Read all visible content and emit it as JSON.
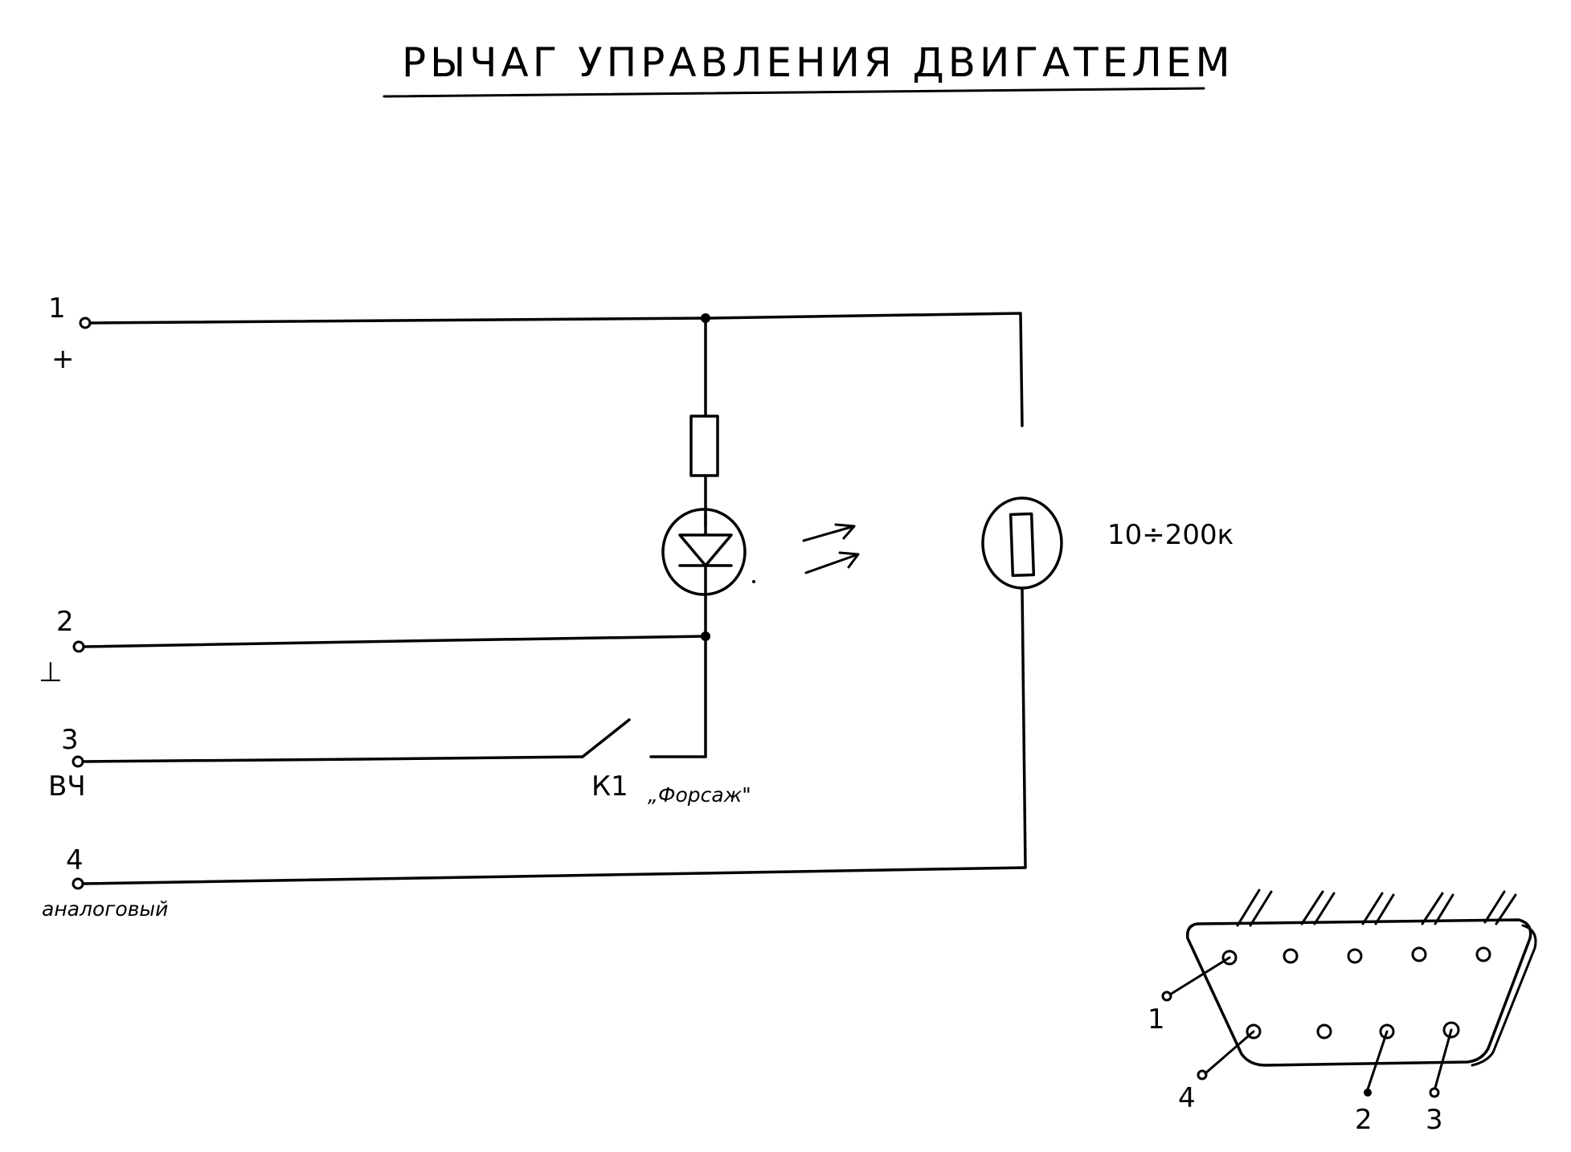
{
  "title": "РЫЧАГ УПРАВЛЕНИЯ ДВИГАТЕЛЕМ",
  "terminals": [
    {
      "number": "1",
      "signal": "+"
    },
    {
      "number": "2",
      "signal": "⊥"
    },
    {
      "number": "3",
      "signal": "ВЧ"
    },
    {
      "number": "4",
      "signal": "аналоговый"
    }
  ],
  "photoresistor_range": "10÷200к",
  "switch": {
    "designator": "К1",
    "name": "„Форсаж\""
  },
  "connector_pins": [
    "1",
    "4",
    "2",
    "3"
  ]
}
